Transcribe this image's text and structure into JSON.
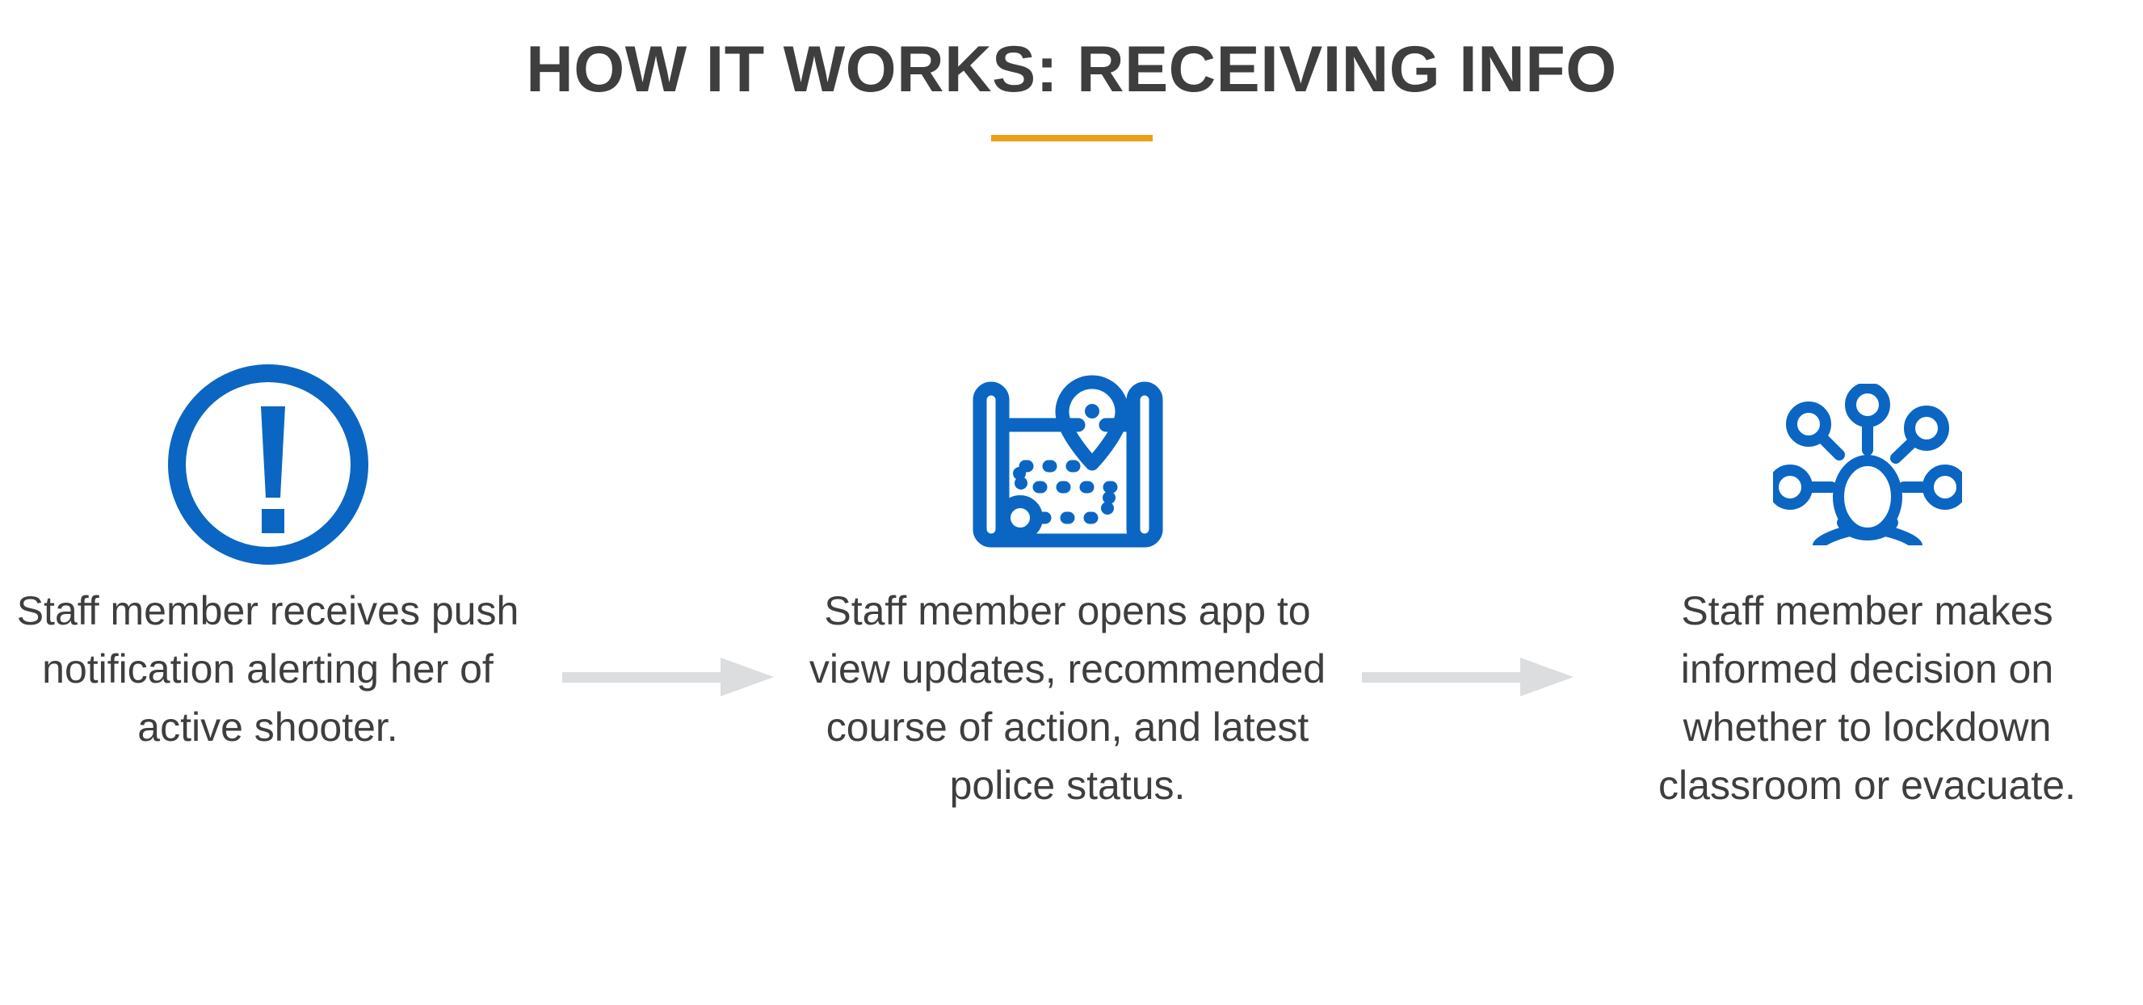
{
  "header": {
    "title": "HOW IT WORKS: RECEIVING INFO",
    "rule_color": "#E8A117",
    "title_color": "#3E3E3E"
  },
  "theme": {
    "icon_blue": "#0A66C2",
    "arrow_gray": "#DCDDDF",
    "background": "#FFFFFF",
    "body_text_color": "#3E3E3E"
  },
  "steps": [
    {
      "icon": "alert-exclamation-circle-icon",
      "text": "Staff member receives push notification alerting her of active shooter."
    },
    {
      "icon": "map-route-pin-icon",
      "text": "Staff member opens app to view updates, recommended course of action, and latest police status."
    },
    {
      "icon": "person-network-nodes-icon",
      "text": "Staff member makes informed decision on whether to lockdown classroom or evacuate."
    }
  ],
  "connectors": [
    {
      "icon": "arrow-right-icon"
    },
    {
      "icon": "arrow-right-icon"
    }
  ]
}
